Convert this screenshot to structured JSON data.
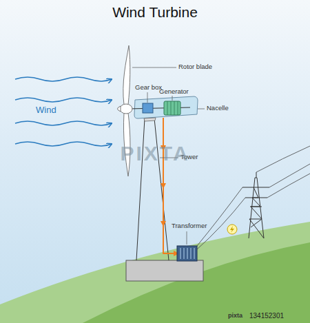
{
  "diagram": {
    "title": "Wind Turbine",
    "labels": [
      "Rotor blade",
      "Gear box",
      "Generator",
      "Nacelle",
      "Wind",
      "Tower",
      "Transformer",
      "PIXTA",
      "pixta",
      "134152301"
    ]
  }
}
